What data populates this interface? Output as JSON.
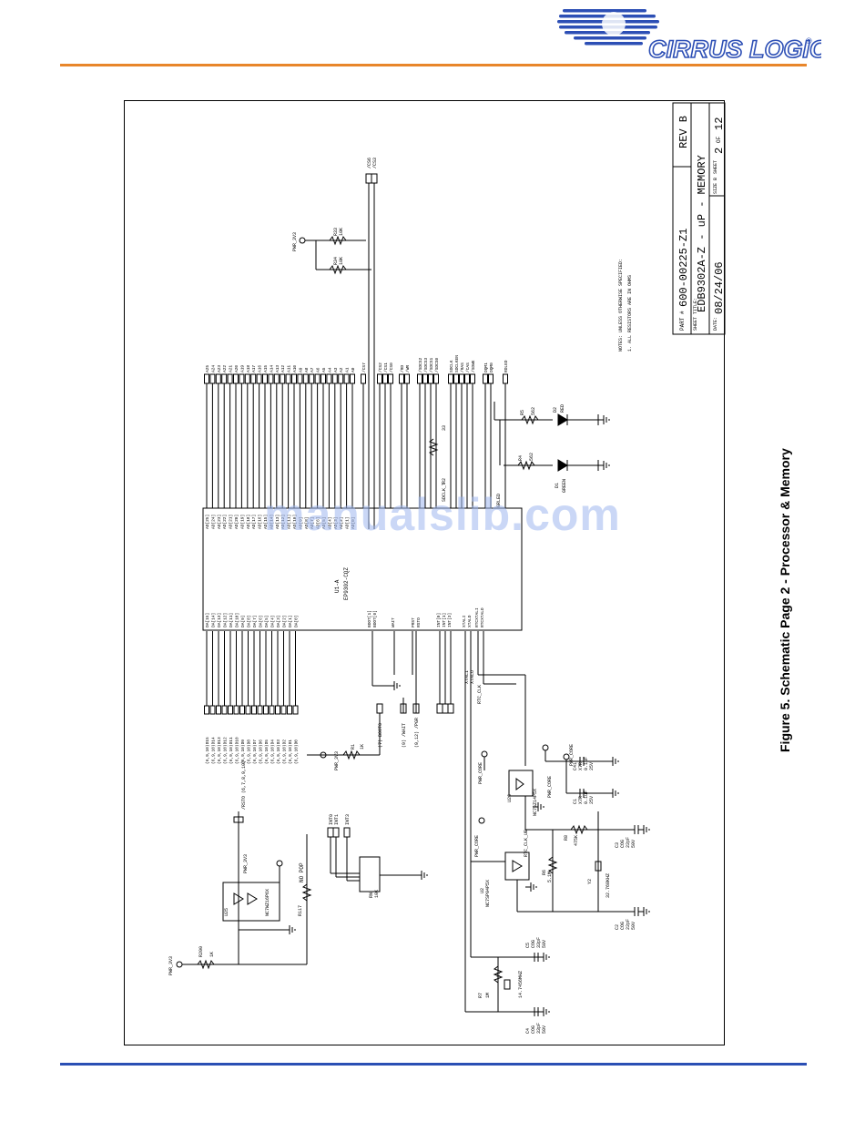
{
  "header": {
    "brand": "CIRRUS LOGIC",
    "brand_mark": "®",
    "colors": {
      "orange_rule": "#e8862a",
      "blue_rule": "#2a4fb4",
      "brand_blue": "#2d4fb5",
      "watermark": "#9fb8f0"
    }
  },
  "figure": {
    "caption": "Figure 5. Schematic Page 2 - Processor & Memory",
    "watermark": "manualslib.com"
  },
  "title_block": {
    "part_label": "PART #",
    "part_number": "600-00225-Z1",
    "rev": "REV B",
    "sheet_title_label": "SHEET TITLE:",
    "sheet_title": "EDB9302A-Z - uP - MEMORY",
    "date_label": "DATE:",
    "date": "08/24/06",
    "size_label": "SIZE B",
    "sheet_label": "SHEET",
    "sheet_no": "2",
    "of_label": "OF",
    "sheet_total": "12"
  },
  "notes": {
    "title": "NOTES: UNLESS OTHERWISE SPECIFIED:",
    "line1": "1. ALL RESISTORS ARE IN OHMS"
  },
  "ic": {
    "ref": "U1-A",
    "part": "EP9302-CQZ"
  },
  "pins_left": [
    "DA[15]",
    "DA[14]",
    "DA[13]",
    "DA[12]",
    "DA[11]",
    "DA[10]",
    "DA[9]",
    "DA[8]",
    "DA[7]",
    "DA[6]",
    "DA[5]",
    "DA[4]",
    "DA[3]",
    "DA[2]",
    "DA[1]",
    "DA[0]"
  ],
  "nets_left": [
    "(6,9,10)D15",
    "(6,9,10)D14",
    "(6,9,10)D13",
    "(6,9,10)D12",
    "(6,9,10)D11",
    "(6,9,10)D10",
    "(6,9,10)D9",
    "(6,9,10)D8",
    "(6,9,10)D7",
    "(6,9,10)D6",
    "(6,9,10)D5",
    "(6,9,10)D4",
    "(6,9,10)D3",
    "(6,9,10)D2",
    "(6,9,10)D1",
    "(6,9,10)D0"
  ],
  "pins_left_low": [
    "BOOT[1]",
    "BOOT[0]",
    "WAIT",
    "PRST",
    "RSTO",
    "INT[0]",
    "INT[1]",
    "INT[3]",
    "XTALI",
    "XTALO",
    "RTCXTALI",
    "RTCXTALO"
  ],
  "pins_right": [
    "AD[25]",
    "AD[24]",
    "AD[23]",
    "AD[22]",
    "AD[21]",
    "AD[20]",
    "AD[19]",
    "AD[18]",
    "AD[17]",
    "AD[16]",
    "AD[15]",
    "AD[14]",
    "AD[13]",
    "AD[12]",
    "AD[11]",
    "AD[10]",
    "AD[9]",
    "AD[8]",
    "AD[7]",
    "AD[6]",
    "AD[5]",
    "AD[4]",
    "AD[3]",
    "AD[2]",
    "AD[1]",
    "AD[0]"
  ],
  "nets_right": [
    "A25",
    "A24",
    "A23",
    "A22",
    "A21",
    "A20",
    "A19",
    "A18",
    "A17",
    "A16",
    "A15",
    "A14",
    "A13",
    "A12",
    "A11",
    "A10",
    "A9",
    "A8",
    "A7",
    "A6",
    "A5",
    "A4",
    "A3",
    "A2",
    "A1",
    "A0"
  ],
  "nets_right_ctrl": [
    "/CS7",
    "/CS2",
    "/CS1",
    "/CS0",
    "/RD",
    "/WR",
    "/SDCS2",
    "/SDCS3",
    "/SDCS1",
    "/SDCS0",
    "SDCLK",
    "SDCLKEN",
    "/RAS",
    "/CAS",
    "/SDWE",
    "DQM1",
    "DQM0",
    "RDLED"
  ],
  "nets_far": [
    "/CS6",
    "/CS3"
  ],
  "labels": {
    "pwr_3v3": "PWR_3V3",
    "pwr_core": "PWR_CORE",
    "rsto": "/RSTO (6,7,8,9,10)",
    "boot0": "(7) BOOT0",
    "wait": "(9) /WAIT",
    "pgr": "(9,12) /PGR",
    "int0": "INT0",
    "int1": "INT1",
    "int3": "INT3",
    "xtali": "XTALI",
    "xtalo": "XTALO",
    "rtc_clk": "RTC_CLK",
    "rtc_clk_ub": "RTC_CLK_UB",
    "no_pop": "NO POP",
    "sdclk_t": "SDCLK_T",
    "grled": "GRLED",
    "rdled": "RDLED"
  },
  "components": {
    "r200": "R200",
    "r200_val": "1K",
    "r1": "R1",
    "r1_val": "1K",
    "r117": "R117",
    "r33": "R33",
    "r33_val": "10K",
    "r34": "R34",
    "r34_val": "10K",
    "r4": "R4",
    "r4_val": "562",
    "r5": "R5",
    "r5_val": "562",
    "r2": "R2",
    "r2_val": "33",
    "r6": "R6",
    "r6_val": "5.1M",
    "r7": "R7",
    "r7_val": "1M",
    "r8": "R8",
    "r8_val": "475K",
    "rn": "RN",
    "rn_val": "10K",
    "d1": "D1",
    "d1_color": "GREEN",
    "d2": "D2",
    "d2_color": "RED",
    "u2": "U2",
    "u2_part": "NC7SP04P5X",
    "u25": "U25",
    "u25_part": "NC7WZ16P6X",
    "u26": "U26",
    "u26_part": "NC7SZ14P5X",
    "y1": "Y1",
    "y1_freq": "14.7456MHZ",
    "y2": "Y2",
    "y2_freq": "32.768KHZ",
    "c1": "C1",
    "c1_val": [
      "X7R",
      "0.1uF",
      "25V"
    ],
    "c2": "C2",
    "c2_val": [
      "COG",
      "22pF",
      "50V"
    ],
    "c3": "C3",
    "c3_val": [
      "COG",
      "22pF",
      "50V"
    ],
    "c4": "C4",
    "c4_val": [
      "COG",
      "33pF",
      "50V"
    ],
    "c5": "C5",
    "c5_val": [
      "COG",
      "33pF",
      "50V"
    ],
    "c41": "C41",
    "c41_val": [
      "X7R",
      "0.1uF",
      "25V"
    ]
  }
}
